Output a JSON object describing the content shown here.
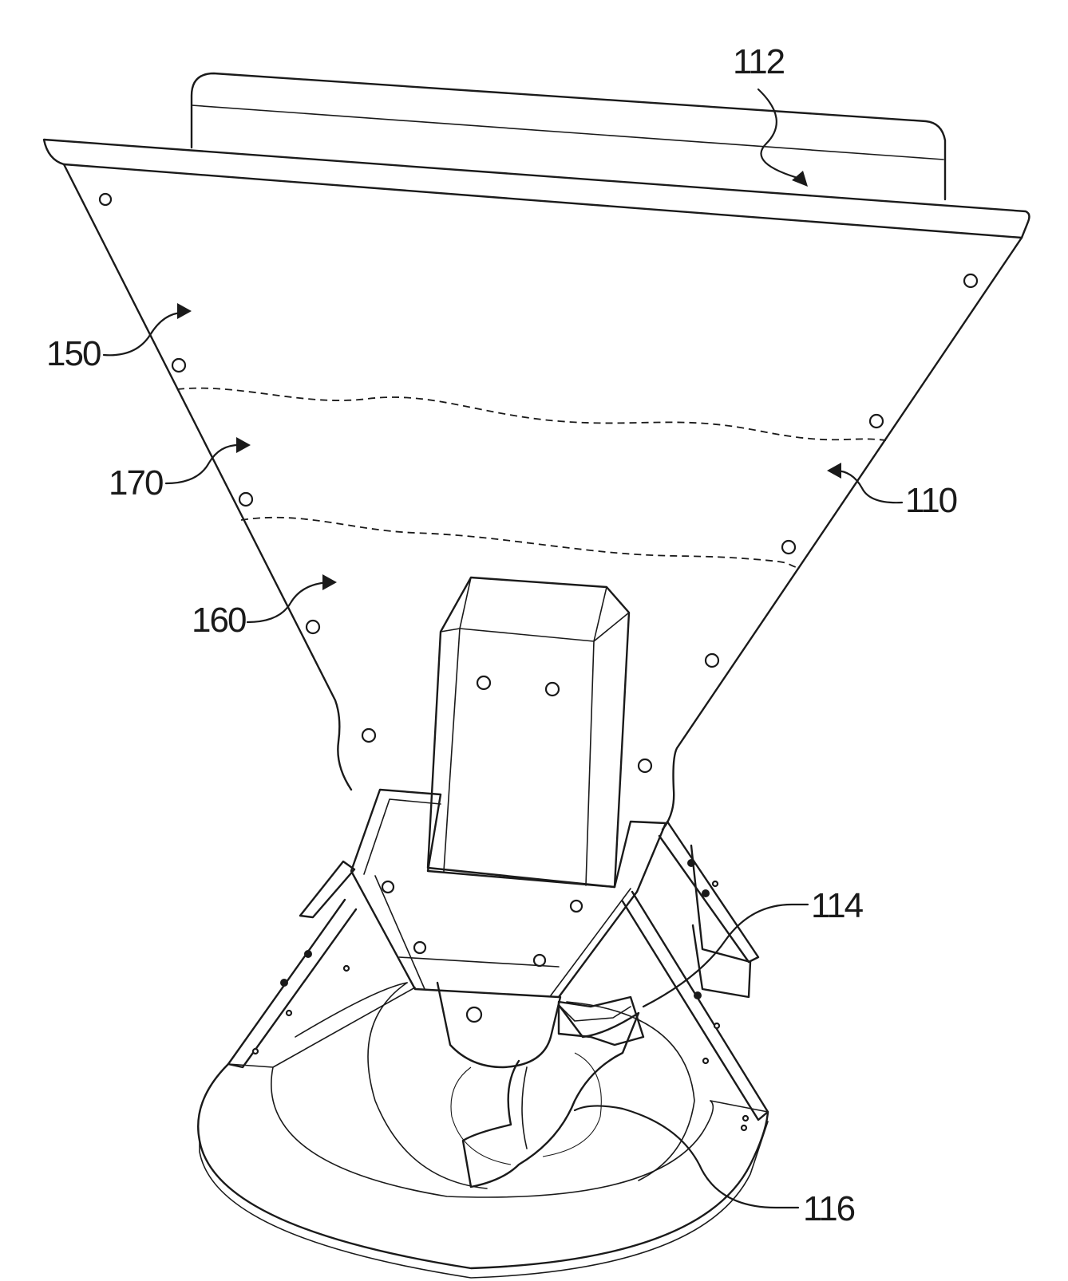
{
  "figure": {
    "labels": {
      "label_112": "112",
      "label_150": "150",
      "label_170": "170",
      "label_110": "110",
      "label_160": "160",
      "label_114": "114",
      "label_116": "116"
    }
  },
  "colors": {
    "ink": "#1a1a1a",
    "background": "#ffffff"
  }
}
